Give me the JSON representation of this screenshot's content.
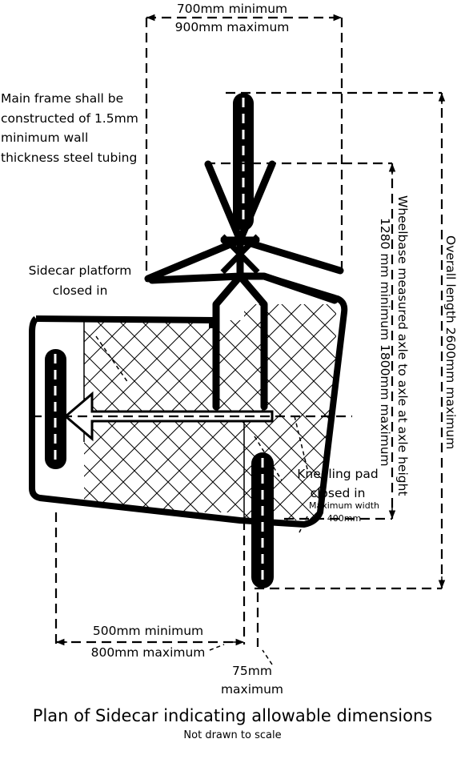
{
  "labels": {
    "width_min": "700mm minimum",
    "width_max": "900mm maximum",
    "main_frame": "Main frame shall be\nconstructed of 1.5mm\nminimum wall\nthickness steel tubing",
    "platform": "Sidecar platform\nclosed in",
    "wheelbase": "Wheelbase measured axle to axle at axle height",
    "wheelbase_range": "1280 mm minimum 1800mm maximum",
    "overall_length": "Overall length 2600mm maximum",
    "kneeling_pad": "Kneeling pad\nclosed in",
    "pad_width_title": "Maximum width",
    "pad_width_value": "400mm",
    "offset_min": "500mm minimum",
    "offset_max": "800mm maximum",
    "gap": "75mm\nmaximum"
  },
  "caption": {
    "title": "Plan of Sidecar indicating allowable dimensions",
    "subtitle": "Not drawn to scale"
  }
}
